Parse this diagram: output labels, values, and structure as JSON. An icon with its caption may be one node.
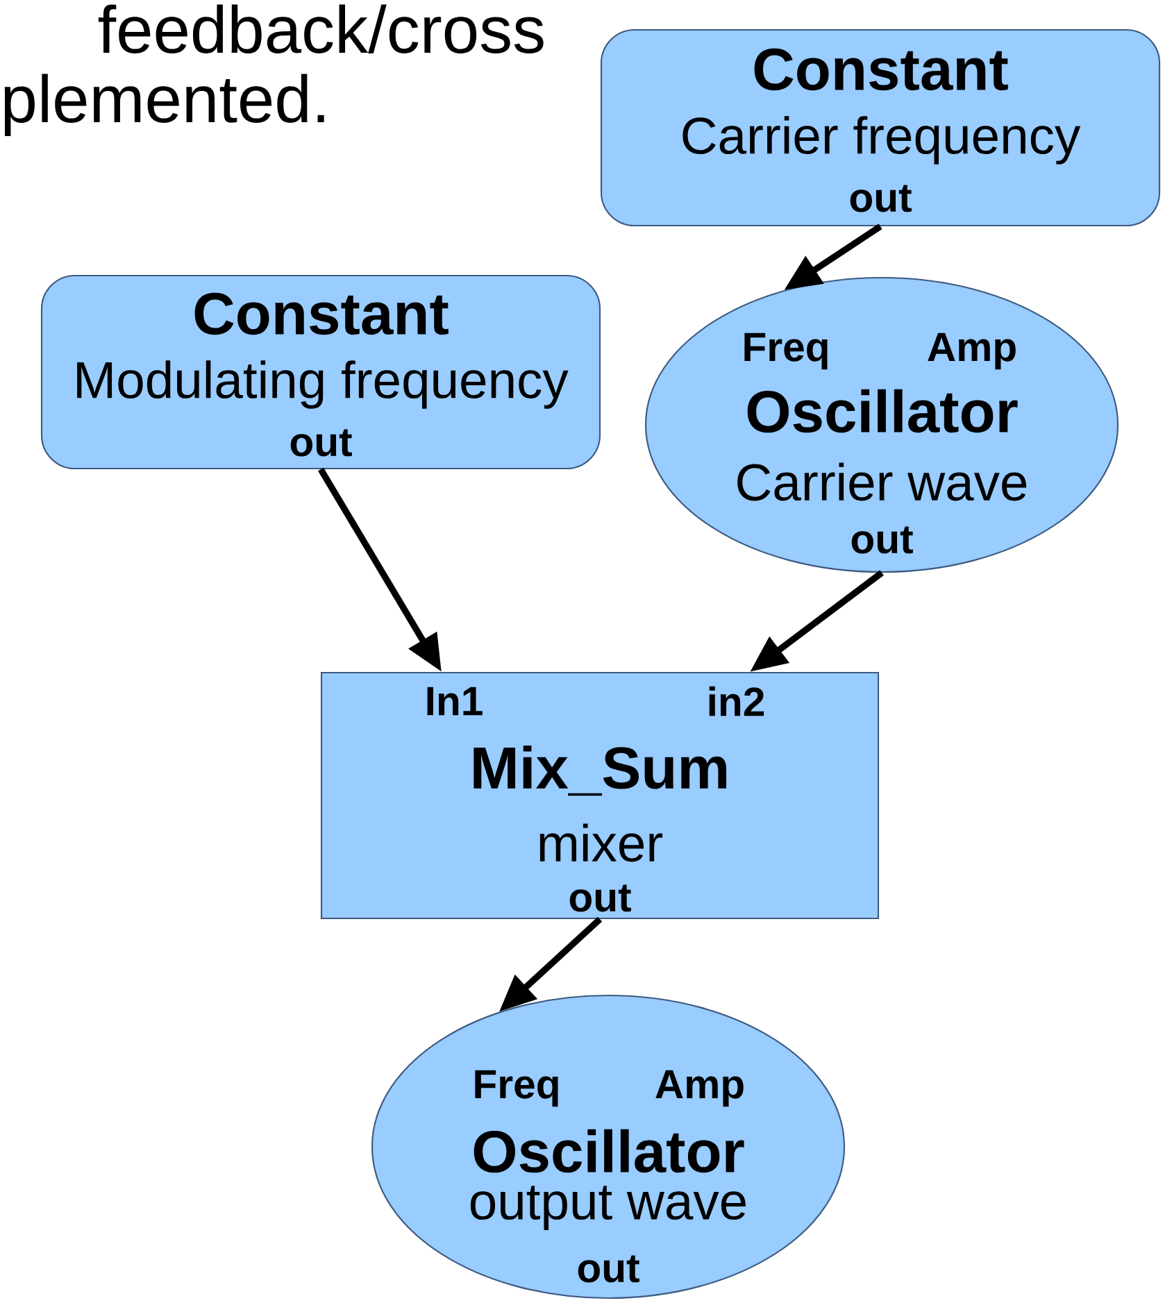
{
  "diagram": {
    "nodes": [
      {
        "text": [
          "Constant",
          "Carrier frequency",
          "out"
        ]
      },
      {
        "text": [
          "Constant",
          "Modulating frequency",
          "out"
        ]
      },
      {
        "text": [
          "Freq",
          "Amp",
          "Oscillator",
          "Carrier wave",
          "out"
        ]
      },
      {
        "text": [
          "In1",
          "in2",
          "Mix_Sum",
          "mixer",
          "out"
        ]
      },
      {
        "text": [
          "Freq",
          "Amp",
          "Oscillator",
          "output wave",
          "out"
        ]
      }
    ],
    "edges": [
      {
        "from": 0,
        "to": 2,
        "arrow": "to"
      },
      {
        "from": 1,
        "to": 3,
        "arrow": "to"
      },
      {
        "from": 2,
        "to": 3,
        "arrow": "to"
      },
      {
        "from": 3,
        "to": 4,
        "arrow": "to"
      }
    ],
    "labels": [
      "feedback/cross",
      "plemented."
    ]
  }
}
